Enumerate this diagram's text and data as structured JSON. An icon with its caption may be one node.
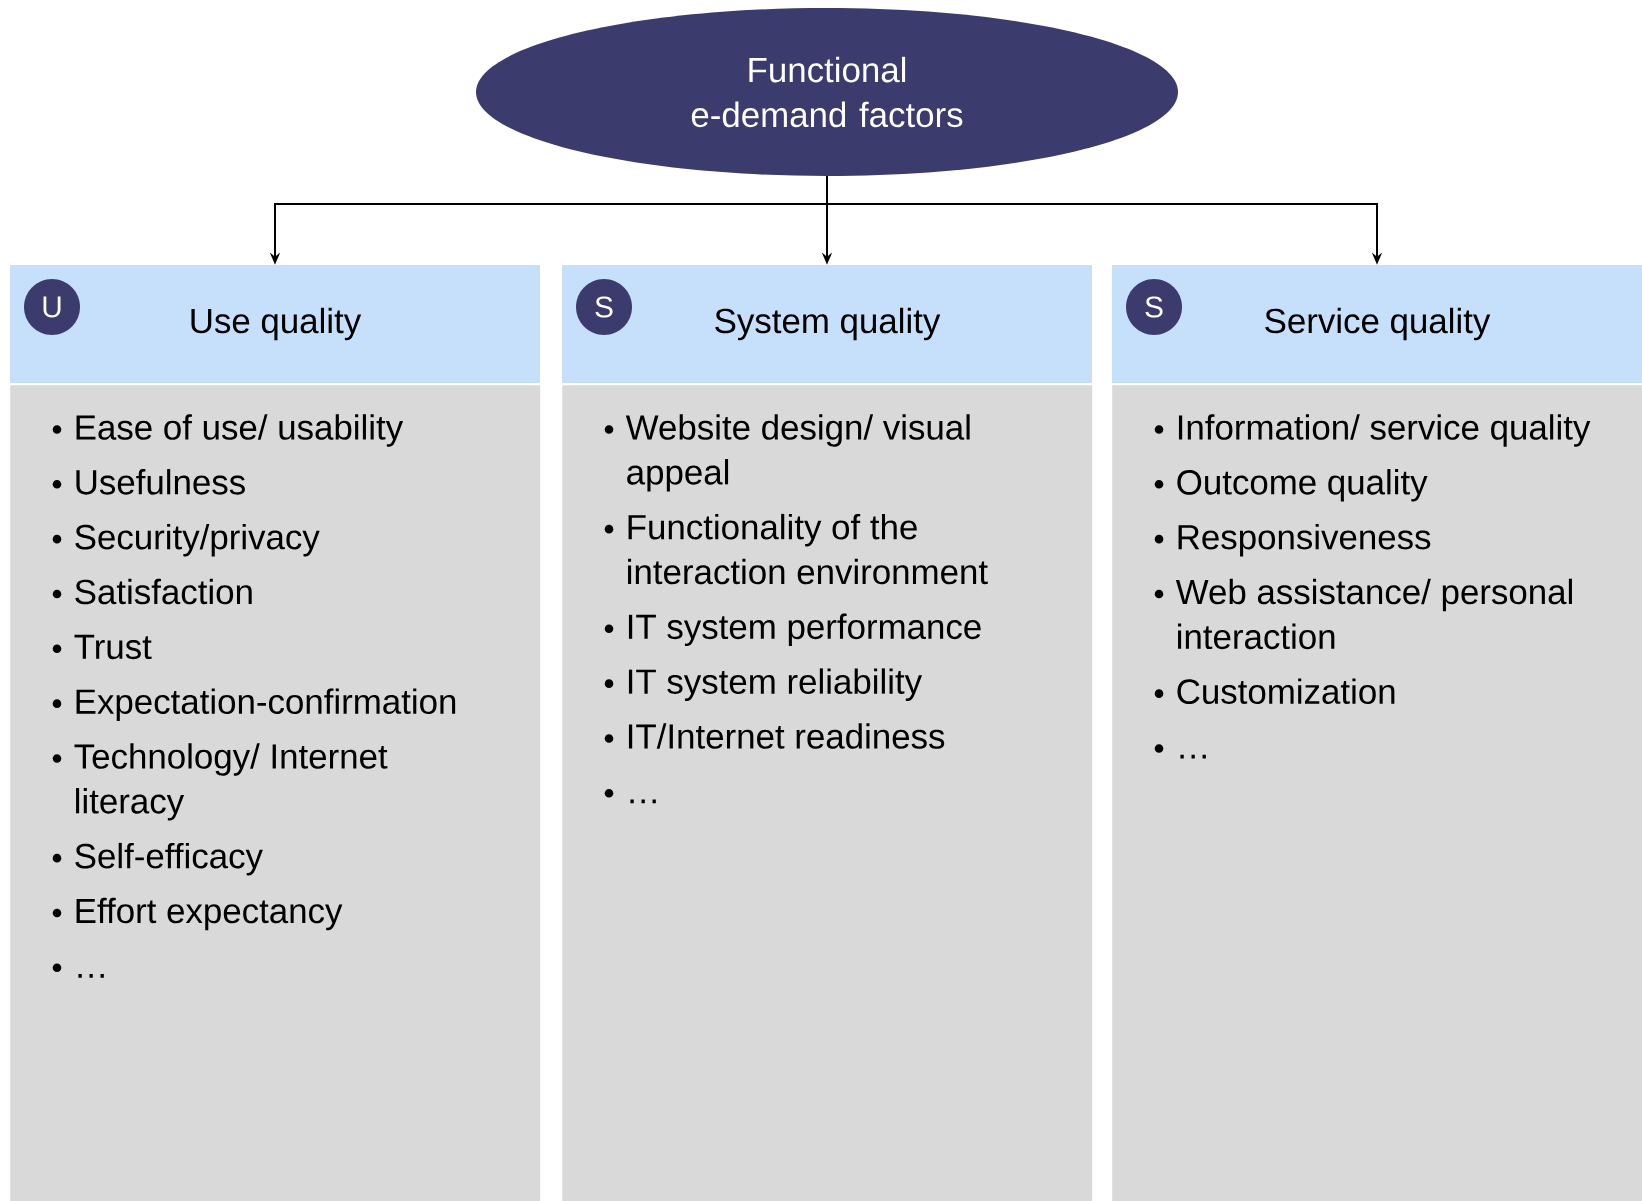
{
  "diagram": {
    "nodes": [
      {
        "text": [
          "Functional e-demand factors"
        ]
      },
      {
        "text": [
          "Use quality"
        ]
      },
      {
        "text": [
          "U"
        ],
        "in": 1
      },
      {
        "text": [
          "Ease of use/ usability",
          "Usefulness",
          "Security/privacy",
          "Satisfaction",
          "Trust",
          "Expectation-confirmation",
          "Technology/ Internet literacy",
          "Self-efficacy",
          "Effort expectancy",
          "…"
        ]
      },
      {
        "text": [
          "System quality"
        ]
      },
      {
        "text": [
          "S"
        ],
        "in": 4
      },
      {
        "text": [
          "Website design/ visual appeal",
          "Functionality of the interaction environment",
          "IT system performance",
          "IT system reliability",
          "IT/Internet readiness",
          "…"
        ]
      },
      {
        "text": [
          "Service quality"
        ]
      },
      {
        "text": [
          "S"
        ],
        "in": 7
      },
      {
        "text": [
          "Information/ service quality",
          "Outcome quality",
          "Responsiveness",
          "Web assistance/ personal interaction",
          "Customization",
          "…"
        ]
      }
    ],
    "edges": [
      {
        "from": 0,
        "to": 1,
        "arrow": "to"
      },
      {
        "from": 0,
        "to": 4,
        "arrow": "to"
      },
      {
        "from": 0,
        "to": 7,
        "arrow": "to"
      }
    ]
  }
}
